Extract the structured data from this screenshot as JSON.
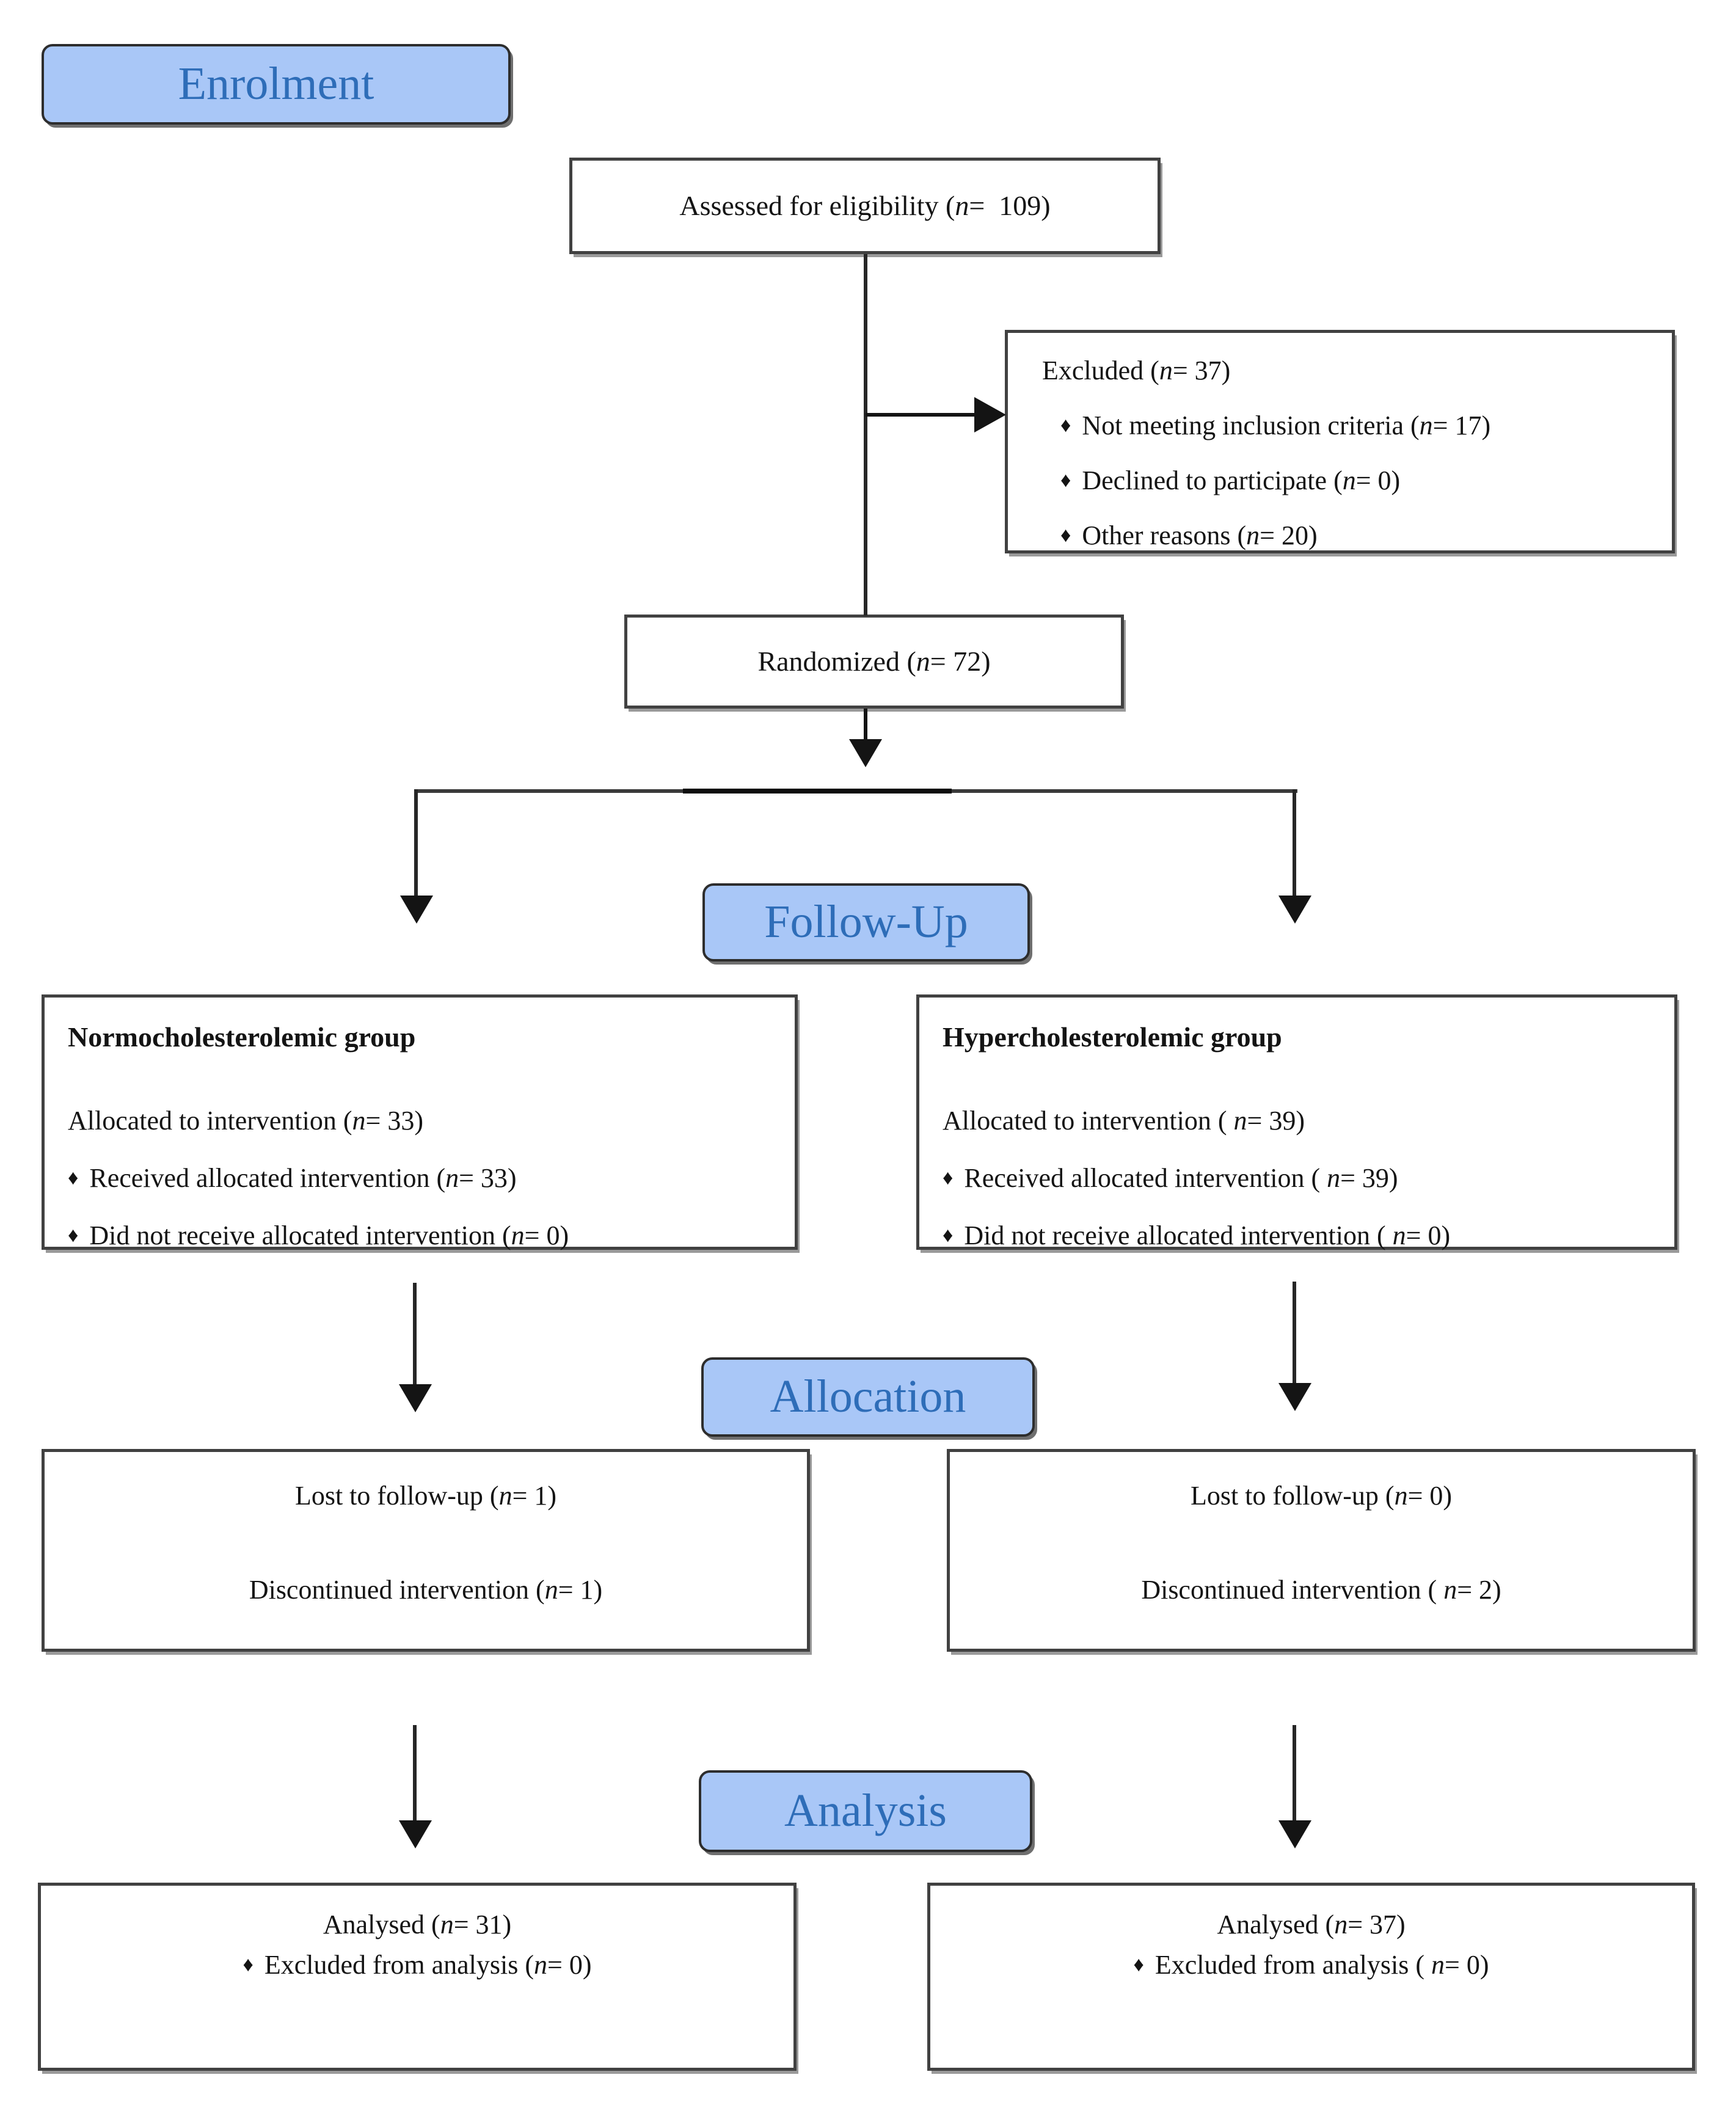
{
  "bullet_glyph": "♦",
  "colors": {
    "stage_fill": "#a9c7f7",
    "stage_text": "#2e6db8",
    "box_border": "#414141",
    "connector": "#141414",
    "text": "#141414"
  },
  "stage_labels": {
    "enrolment": "Enrolment",
    "followup": "Follow-Up",
    "allocation": "Allocation",
    "analysis": "Analysis"
  },
  "nodes": {
    "assessed": {
      "line": "Assessed for eligibility (n=  109)"
    },
    "excluded": {
      "title": "Excluded (n= 37)",
      "bullets": [
        "Not meeting inclusion criteria (n= 17)",
        "Declined to participate (n= 0)",
        "Other reasons (n= 20)"
      ]
    },
    "randomized": {
      "line": "Randomized (n= 72)"
    },
    "group_left": {
      "title": "Normocholesterolemic group",
      "line": "Allocated to intervention (n= 33)",
      "bullets": [
        "Received allocated intervention (n= 33)",
        "Did not receive allocated intervention (n= 0)"
      ]
    },
    "group_right": {
      "title": "Hypercholesterolemic group",
      "line": "Allocated to intervention ( n= 39)",
      "bullets": [
        "Received allocated intervention ( n= 39)",
        "Did not receive allocated intervention ( n= 0)"
      ]
    },
    "lost_left": {
      "line1": "Lost to follow-up (n= 1)",
      "line2": "Discontinued intervention (n= 1)"
    },
    "lost_right": {
      "line1": "Lost to follow-up (n= 0)",
      "line2": "Discontinued intervention ( n= 2)"
    },
    "analysed_left": {
      "line1": "Analysed (n= 31)",
      "line2": "Excluded from analysis (n= 0)"
    },
    "analysed_right": {
      "line1": "Analysed (n= 37)",
      "line2": "Excluded from analysis ( n= 0)"
    }
  }
}
